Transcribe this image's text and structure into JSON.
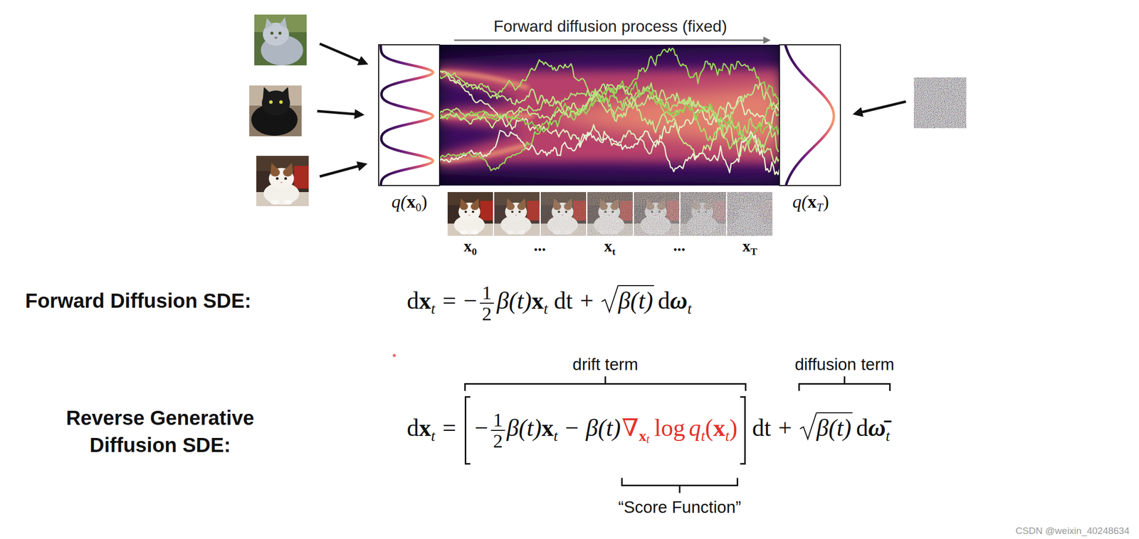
{
  "diagram": {
    "labels": [
      "Forward diffusion process (fixed)",
      "q(",
      "x",
      "0",
      ")",
      "q(",
      "x",
      "T",
      ")",
      "x",
      "0",
      "...",
      "x",
      "t",
      "...",
      "x",
      "T",
      "Forward Diffusion SDE:",
      "d",
      "x",
      "t",
      "=",
      "−",
      "1",
      "2",
      "β(t)",
      "x",
      "t",
      "dt",
      "+",
      "β(t)",
      "d",
      "ω",
      "t",
      "drift term",
      "diffusion term",
      "Reverse Generative Diffusion SDE:",
      "d",
      "x",
      "t",
      "=",
      "−",
      "1",
      "2",
      "β(t)",
      "x",
      "t",
      "−",
      "β(t)",
      "∇",
      "x",
      "t",
      "log",
      "q",
      "t",
      "(",
      "x",
      "t",
      ")",
      "dt",
      "+",
      "β(t)",
      "d",
      "ω̄",
      "t",
      "“Score Function”",
      "CSDN @weixin_40248634"
    ]
  }
}
